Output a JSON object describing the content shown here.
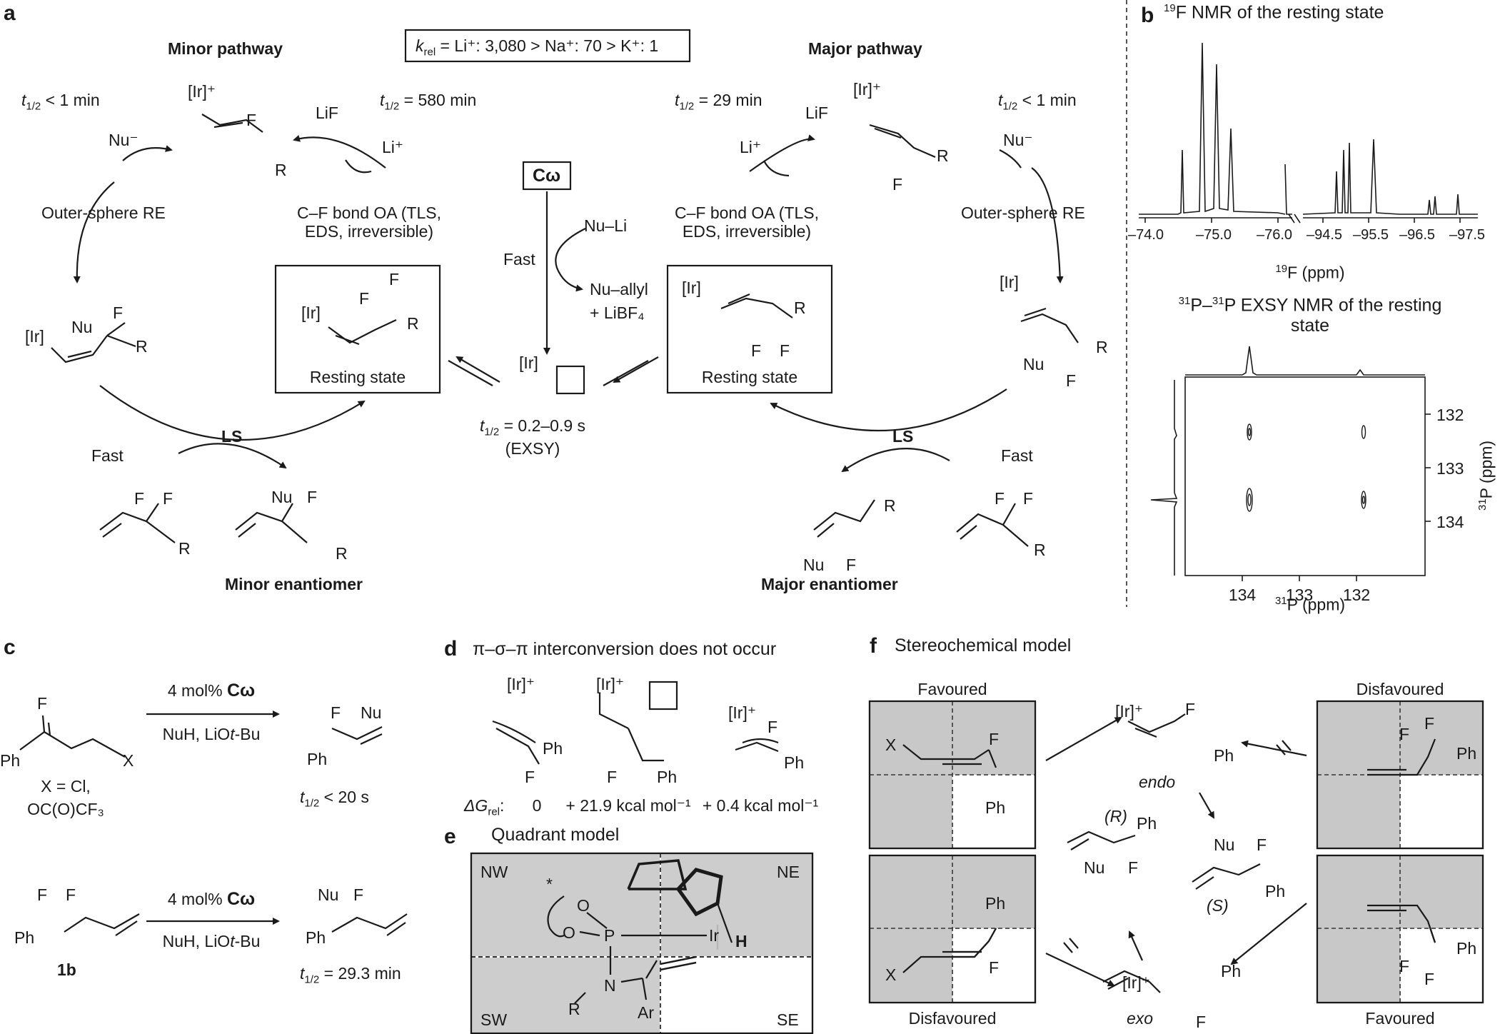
{
  "panels": {
    "a": "a",
    "b": "b",
    "c": "c",
    "d": "d",
    "e": "e",
    "f": "f"
  },
  "a": {
    "minor_pathway": "Minor pathway",
    "major_pathway": "Major pathway",
    "krel_label": "k",
    "krel_sub": "rel",
    "krel_text": " = Li⁺: 3,080 > Na⁺: 70 > K⁺: 1",
    "t_half_sym": "t",
    "t_half_sub": "1/2",
    "t_lt1": " < 1 min",
    "t_580": " = 580 min",
    "t_29": " = 29 min",
    "t_fast": " = 0.2–0.9 s",
    "exsy": "(EXSY)",
    "lif": "LiF",
    "li_plus": "Li⁺",
    "nu_minus": "Nu⁻",
    "outer_sphere": "Outer-sphere RE",
    "cf_oa_line1": "C–F bond OA (TLS,",
    "cf_oa_line2": "EDS, irreversible)",
    "catalyst": "Cω",
    "nu_li": "Nu–Li",
    "fast": "Fast",
    "nu_allyl": "Nu–allyl",
    "libf4": "+ LiBF₄",
    "resting_state": "Resting state",
    "ls": "LS",
    "minor_enantiomer": "Minor enantiomer",
    "major_enantiomer": "Major enantiomer",
    "ir": "[Ir]",
    "ir_plus": "[Ir]⁺",
    "F": "F",
    "R": "R",
    "Nu": "Nu"
  },
  "b": {
    "title_sup": "19",
    "title": "F NMR of the resting state",
    "f_ticks": [
      "–74.0",
      "–75.0",
      "–76.0",
      "–94.5",
      "–95.5",
      "–96.5",
      "–97.5"
    ],
    "f_axis_sup": "19",
    "f_axis": "F (ppm)",
    "exsy_title_line1_a_sup": "31",
    "exsy_title_line1_a": "P–",
    "exsy_title_line1_b_sup": "31",
    "exsy_title_line1_b": "P EXSY NMR of the resting",
    "exsy_title_line2": "state",
    "p_ticks_x": [
      "134",
      "133",
      "132"
    ],
    "p_ticks_y": [
      "132",
      "133",
      "134"
    ],
    "p_axis_sup": "31",
    "p_axis": "P (ppm)"
  },
  "c": {
    "reagent": "4 mol% ",
    "catalyst": "Cω",
    "conditions_a": "NuH, LiO",
    "conditions_b": "t",
    "conditions_c": "-Bu",
    "x_def1": "X = Cl,",
    "x_def2": "OC(O)CF₃",
    "t1_val": " < 20 s",
    "t2_val": " = 29.3 min",
    "compound": "1b",
    "Ph": "Ph",
    "X": "X",
    "F": "F",
    "Nu": "Nu"
  },
  "d": {
    "title": "π–σ–π interconversion does not occur",
    "dg_label": "ΔG",
    "dg_sub": "rel",
    "dg_colon": ":",
    "dg_values": [
      "0",
      "+ 21.9 kcal mol⁻¹",
      "+ 0.4 kcal mol⁻¹"
    ],
    "ir_plus": "[Ir]⁺",
    "F": "F",
    "Ph": "Ph"
  },
  "e": {
    "title": "Quadrant model",
    "quadrants": [
      "NW",
      "NE",
      "SW",
      "SE"
    ],
    "atoms": {
      "P": "P",
      "O1": "O",
      "O2": "O",
      "Ir": "Ir",
      "N": "N",
      "R": "R",
      "Ar": "Ar",
      "H": "H",
      "star": "*"
    }
  },
  "f": {
    "title": "Stereochemical model",
    "favoured": "Favoured",
    "disfavoured": "Disfavoured",
    "endo": "endo",
    "exo": "exo",
    "R_conf": "(R)",
    "S_conf": "(S)",
    "ir_plus": "[Ir]⁺",
    "F": "F",
    "Ph": "Ph",
    "X": "X",
    "Nu": "Nu"
  },
  "colors": {
    "ink": "#1a1a1a",
    "quadrant_shade": "#c8c8c8"
  }
}
